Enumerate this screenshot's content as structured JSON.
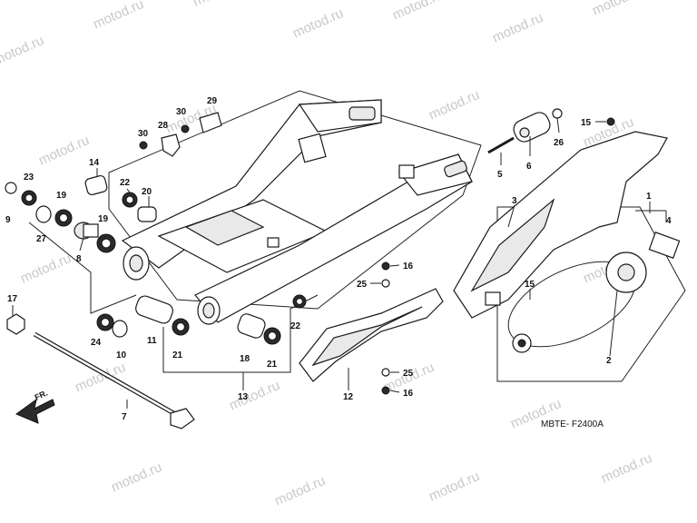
{
  "diagram": {
    "watermark_text": "motod.ru",
    "drawing_code": "MBTE- F2400A",
    "front_label": "FR.",
    "callouts": {
      "c1": "1",
      "c2": "2",
      "c3": "3",
      "c4": "4",
      "c5": "5",
      "c6": "6",
      "c7": "7",
      "c8": "8",
      "c9": "9",
      "c10": "10",
      "c11": "11",
      "c12": "12",
      "c13": "13",
      "c14": "14",
      "c15a": "15",
      "c15b": "15",
      "c16a": "16",
      "c16b": "16",
      "c17": "17",
      "c18": "18",
      "c19a": "19",
      "c19b": "19",
      "c20": "20",
      "c21a": "21",
      "c21b": "21",
      "c22a": "22",
      "c22b": "22",
      "c23": "23",
      "c24": "24",
      "c25a": "25",
      "c25b": "25",
      "c26": "26",
      "c27": "27",
      "c28": "28",
      "c29": "29",
      "c30a": "30",
      "c30b": "30"
    }
  }
}
